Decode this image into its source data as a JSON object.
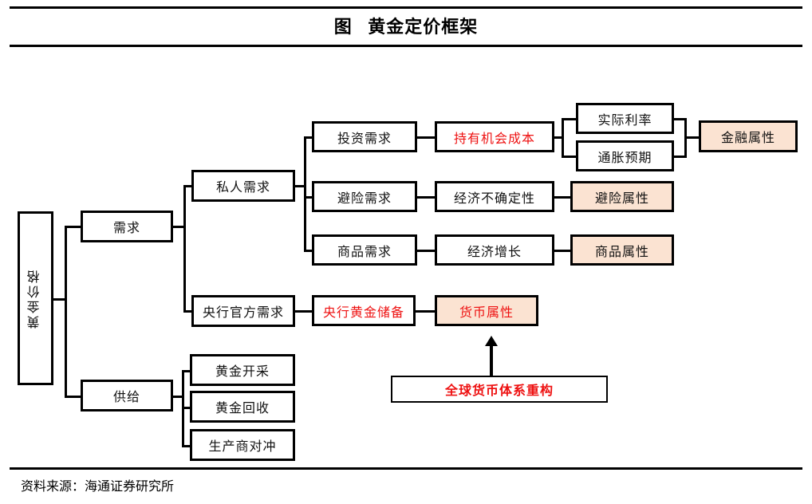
{
  "figure": {
    "title": "图   黄金定价框架",
    "source": "资料来源：海通证券研究所"
  },
  "colors": {
    "line": "#000000",
    "node_fill_attribute": "#fbe3d2",
    "node_fill_plain": "#ffffff",
    "highlight_text": "#ee1111",
    "text": "#111111"
  },
  "nodes": {
    "root": {
      "label": "黄金价格"
    },
    "demand": {
      "label": "需求"
    },
    "supply": {
      "label": "供给"
    },
    "private_demand": {
      "label": "私人需求"
    },
    "cb_official_demand": {
      "label": "央行官方需求"
    },
    "investment_demand": {
      "label": "投资需求"
    },
    "hedging_demand": {
      "label": "避险需求"
    },
    "commodity_demand": {
      "label": "商品需求"
    },
    "holding_opportunity_cost": {
      "label": "持有机会成本"
    },
    "economic_uncertainty": {
      "label": "经济不确定性"
    },
    "economic_growth": {
      "label": "经济增长"
    },
    "real_interest_rate": {
      "label": "实际利率"
    },
    "inflation_expectation": {
      "label": "通胀预期"
    },
    "financial_attribute": {
      "label": "金融属性"
    },
    "hedging_attribute": {
      "label": "避险属性"
    },
    "commodity_attribute": {
      "label": "商品属性"
    },
    "cb_gold_reserve": {
      "label": "央行黄金储备"
    },
    "monetary_attribute": {
      "label": "货币属性"
    },
    "global_monetary_restructure": {
      "label": "全球货币体系重构"
    },
    "gold_mining": {
      "label": "黄金开采"
    },
    "gold_recycling": {
      "label": "黄金回收"
    },
    "producer_hedging": {
      "label": "生产商对冲"
    }
  }
}
